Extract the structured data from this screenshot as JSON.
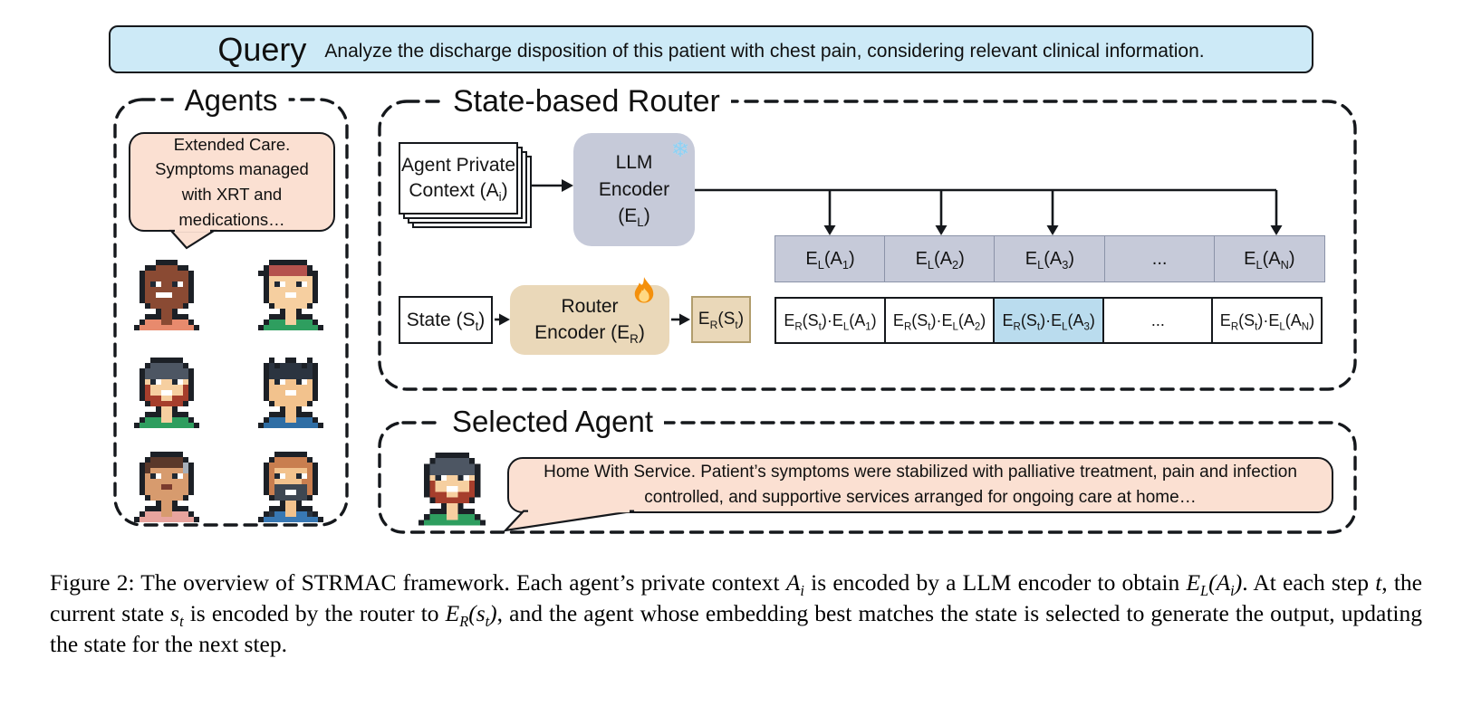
{
  "query": {
    "title": "Query",
    "text": "Analyze the discharge disposition of this patient with chest pain, considering relevant clinical information."
  },
  "agents": {
    "title": "Agents",
    "bubble": "Extended Care. Symptoms managed with XRT and medications…",
    "avatars": [
      {
        "name": "agent-avatar-1",
        "style": "bald",
        "palette": {
          "skin": "#8a4a33",
          "shirt": "#e88a6d"
        }
      },
      {
        "name": "agent-avatar-2",
        "style": "cap",
        "palette": {
          "hat": "#b5524d",
          "skin": "#f6cfa0",
          "shirt": "#2e9e5f"
        }
      },
      {
        "name": "agent-avatar-3",
        "style": "turban",
        "palette": {
          "hair": "#4d5663",
          "skin": "#f6cfa0",
          "beard": "#a63e2c",
          "shirt": "#2e9e5f"
        }
      },
      {
        "name": "agent-avatar-4",
        "style": "spiky",
        "palette": {
          "hair": "#2b3440",
          "skin": "#f2c28d",
          "shirt": "#2f6ea5"
        }
      },
      {
        "name": "agent-avatar-5",
        "style": "bowl",
        "palette": {
          "hair": "#5a382a",
          "streak": "#a8b0ba",
          "skin": "#d79b6e",
          "shirt": "#e8a49e"
        }
      },
      {
        "name": "agent-avatar-6",
        "style": "longbeard",
        "palette": {
          "hair": "#c97e4f",
          "beard": "#3e4752",
          "skin": "#f2c28d",
          "shirt": "#3878b4",
          "straps": "#2b3440"
        }
      }
    ]
  },
  "router": {
    "title": "State-based Router",
    "context_card_lines": [
      "Agent Private",
      "Context (A[i])"
    ],
    "llm_encoder_lines": [
      "LLM",
      "Encoder",
      "(E[L])"
    ],
    "llm_frozen_icon": "snowflake-icon",
    "snowflake_glyph": "❄",
    "router_trainable_icon": "fire-icon",
    "state_label": "State (S[t])",
    "router_encoder_lines": [
      "Router",
      "Encoder (E[R])"
    ],
    "state_embedding_label": "E[R](S[t])",
    "agent_embeddings": [
      "E[L](A[1])",
      "E[L](A[2])",
      "E[L](A[3])",
      "...",
      "E[L](A[N])"
    ],
    "similarity_scores": [
      "E[R](S[t])·E[L](A[1])",
      "E[R](S[t])·E[L](A[2])",
      "E[R](S[t])·E[L](A[3])",
      "...",
      "E[R](S[t])·E[L](A[N])"
    ],
    "highlighted_score_index": 2
  },
  "selected": {
    "title": "Selected Agent",
    "avatar_style": "turban",
    "avatar_palette": {
      "hair": "#4d5663",
      "skin": "#f6cfa0",
      "beard": "#a63e2c",
      "shirt": "#2e9e5f"
    },
    "bubble": "Home With Service. Patient’s symptoms were stabilized with palliative treatment, pain and infection controlled, and supportive services arranged for ongoing care at home…"
  },
  "caption": {
    "segments": [
      {
        "t": "Figure 2: The overview of STRMAC framework. Each agent’s private context "
      },
      {
        "t": "A[i]",
        "math": true
      },
      {
        "t": " is encoded by a LLM encoder to obtain "
      },
      {
        "t": "E[L](A[i])",
        "math": true
      },
      {
        "t": ". At each step "
      },
      {
        "t": "t",
        "math": true
      },
      {
        "t": ", the current state "
      },
      {
        "t": "s[t]",
        "math": true
      },
      {
        "t": " is encoded by the router to "
      },
      {
        "t": "E[R](s[t])",
        "math": true
      },
      {
        "t": ", and the agent whose embedding best matches the state is selected to generate the output, updating the state for the next step."
      }
    ]
  },
  "colors": {
    "query": "#cdeaf7",
    "bubble": "#fbe0d2",
    "enc": "#c6cad9",
    "encborder": "#8b93a8",
    "router": "#ead8b9",
    "erborder": "#b19d6d",
    "hl": "#badcee"
  }
}
